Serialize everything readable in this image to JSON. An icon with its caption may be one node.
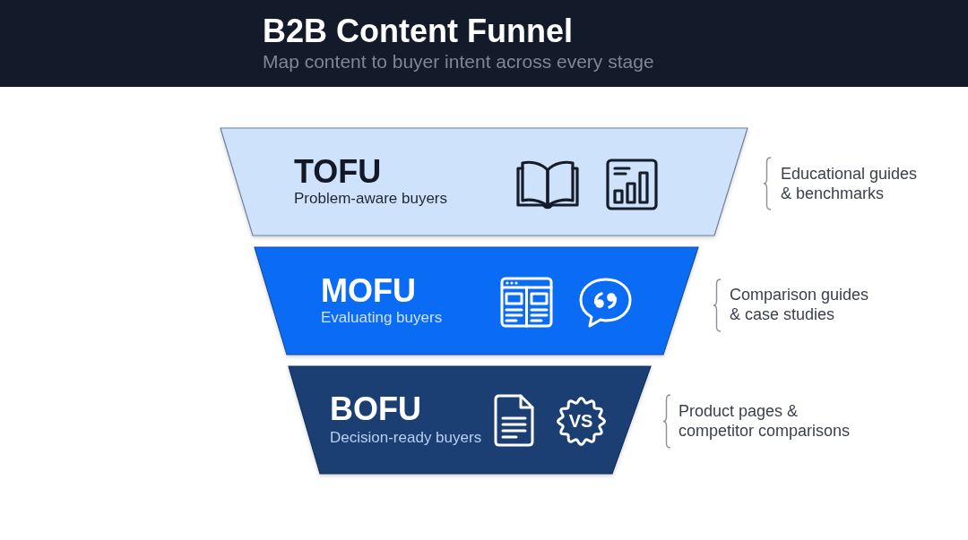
{
  "diagram": {
    "title": "B2B Content Funnel",
    "nodes": [
      {
        "text": [
          "TOFU",
          "Problem-aware buyers"
        ],
        "beside": [
          "Educational guides & benchmarks"
        ]
      },
      {
        "text": [
          "MOFU",
          "Evaluating buyers"
        ],
        "beside": [
          "Comparison guides & case studies"
        ]
      },
      {
        "text": [
          "BOFU",
          "Decision-ready buyers"
        ],
        "beside": [
          "Product pages & competitor comparisons"
        ]
      }
    ],
    "labels": [
      "Map content to buyer intent across every stage",
      "VS"
    ]
  }
}
